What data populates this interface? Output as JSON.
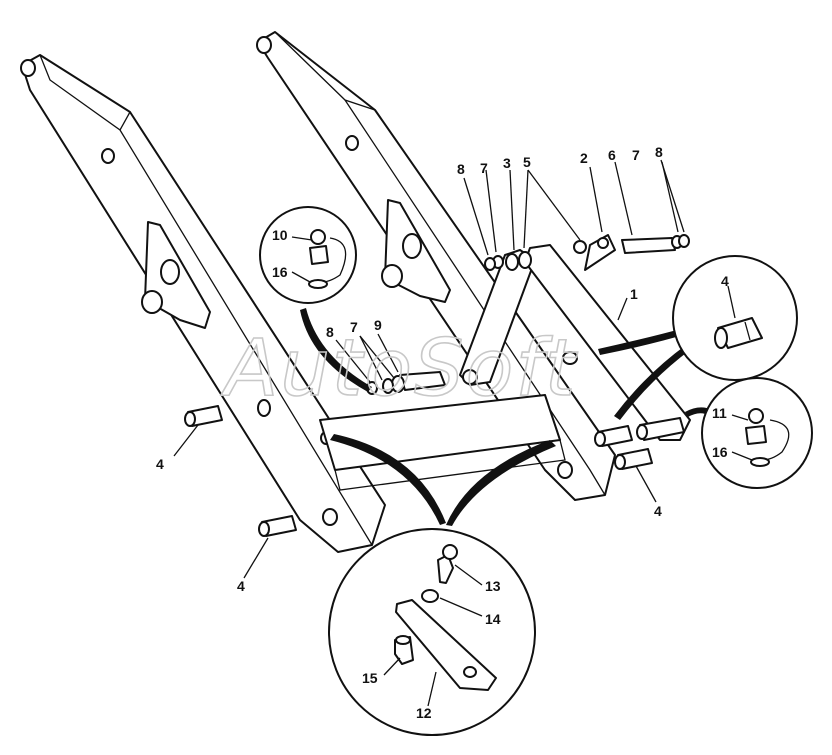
{
  "watermark": "AutoSoft",
  "callouts": {
    "c1": "1",
    "c2": "2",
    "c3": "3",
    "c4a": "4",
    "c4b": "4",
    "c4c": "4",
    "c4d": "4",
    "c5": "5",
    "c6": "6",
    "c7a": "7",
    "c7b": "7",
    "c7c": "7",
    "c8a": "8",
    "c8b": "8",
    "c8c": "8",
    "c9": "9",
    "c10": "10",
    "c11": "11",
    "c12": "12",
    "c13": "13",
    "c14": "14",
    "c15": "15",
    "c16a": "16",
    "c16b": "16"
  }
}
